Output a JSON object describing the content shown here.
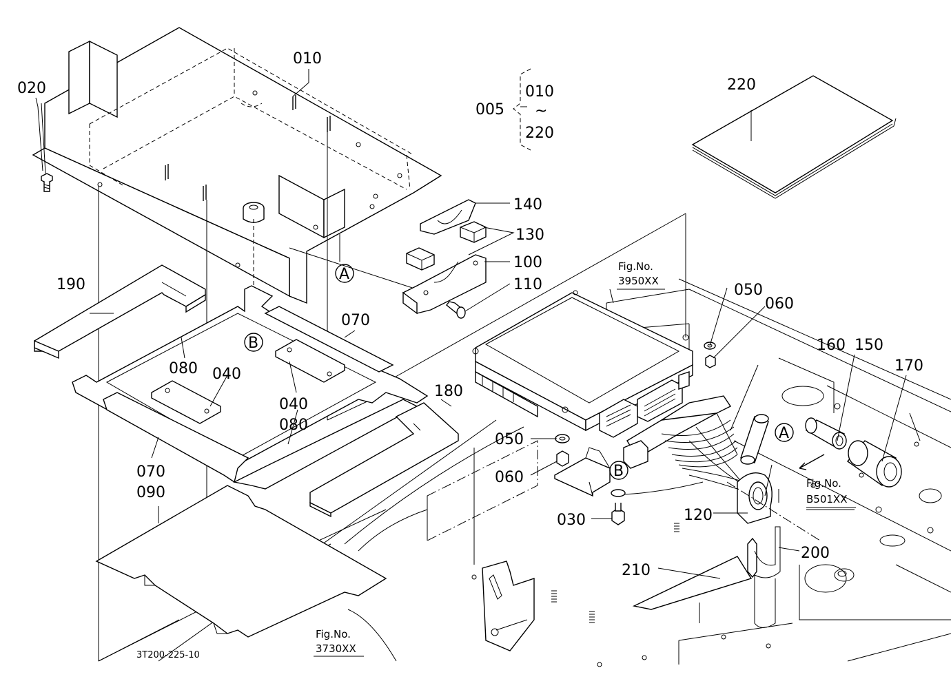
{
  "drawing_code": "3T200-225-10",
  "callouts": {
    "c005": "005",
    "c010": "010",
    "c010b": "010",
    "c220b": "220",
    "range_mark": "~",
    "c020": "020",
    "c030": "030",
    "c040a": "040",
    "c040b": "040",
    "c050a": "050",
    "c050b": "050",
    "c060a": "060",
    "c060b": "060",
    "c070a": "070",
    "c070b": "070",
    "c080a": "080",
    "c080b": "080",
    "c090": "090",
    "c100": "100",
    "c110": "110",
    "c120": "120",
    "c130": "130",
    "c140": "140",
    "c150": "150",
    "c160": "160",
    "c170": "170",
    "c180": "180",
    "c190": "190",
    "c200": "200",
    "c210": "210",
    "c220": "220"
  },
  "refs": {
    "a1": "A",
    "a2": "A",
    "b1": "B",
    "b2": "B"
  },
  "fig_refs": {
    "fig1_title": "Fig.No.",
    "fig1_no": "3950XX",
    "fig2_title": "Fig.No.",
    "fig2_no": "B501XX",
    "fig3_title": "Fig.No.",
    "fig3_no": "3730XX"
  }
}
